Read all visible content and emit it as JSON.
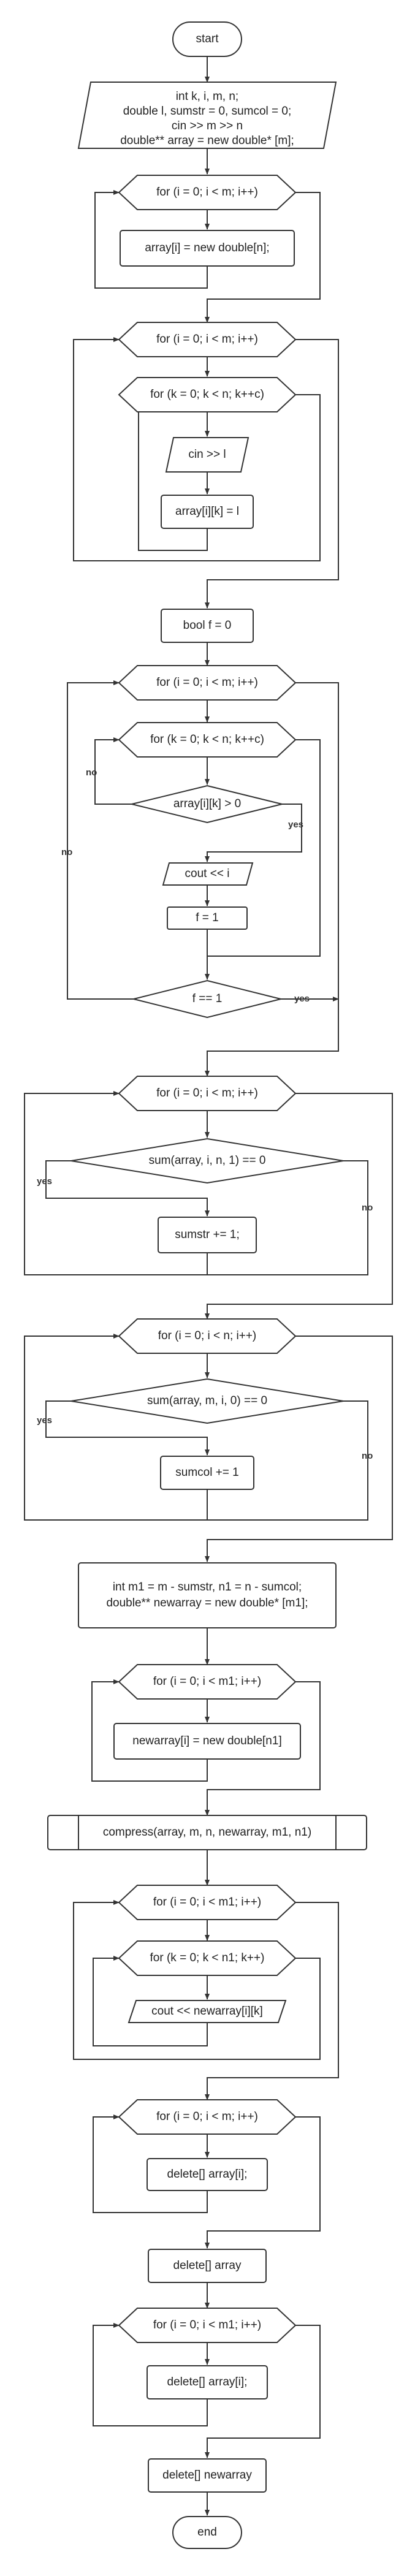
{
  "flowchart": {
    "start": "start",
    "declare": [
      "int k, i, m, n;",
      "double l, sumstr = 0, sumcol = 0;",
      "cin >> m >> n",
      "double** array = new double* [m];"
    ],
    "loop1": "for (i = 0; i < m; i++)",
    "alloc_rows": "array[i] = new double[n];",
    "loop2_outer": "for (i = 0; i < m; i++)",
    "loop2_inner": "for (k = 0; k < n; k++c)",
    "read_l": "cin >> l",
    "assign_l": "array[i][k] = l",
    "flag_init": "bool f = 0",
    "loop3_outer": "for (i = 0; i < m; i++)",
    "loop3_inner": "for (k = 0; k < n; k++c)",
    "cond_positive": "array[i][k] > 0",
    "print_i": "cout << i",
    "flag_set": "f = 1",
    "cond_flag": "f == 1",
    "loop4": "for (i = 0; i < m; i++)",
    "cond_sum_row": "sum(array, i, n, 1) == 0",
    "inc_sumstr": "sumstr += 1;",
    "loop5": "for (i = 0; i < n; i++)",
    "cond_sum_col": "sum(array, m, i, 0) == 0",
    "inc_sumcol": "sumcol += 1",
    "new_dims": [
      "int m1 = m - sumstr, n1 = n - sumcol;",
      "double** newarray = new double* [m1];"
    ],
    "loop6": "for (i = 0; i < m1; i++)",
    "alloc_new_rows": "newarray[i] = new double[n1]",
    "compress_call": "compress(array, m, n, newarray, m1, n1)",
    "loop7_outer": "for (i = 0; i < m1; i++)",
    "loop7_inner": "for (k = 0; k < n1; k++)",
    "print_new": "cout << newarray[i][k]",
    "loop8": "for (i = 0; i < m; i++)",
    "delete_rows": "delete[] array[i];",
    "delete_array": "delete[] array",
    "loop9": "for (i = 0; i < m1; i++)",
    "delete_new_rows": "delete[] array[i];",
    "delete_newarray": "delete[] newarray",
    "end": "end"
  },
  "edge_labels": {
    "yes": "yes",
    "no": "no"
  }
}
